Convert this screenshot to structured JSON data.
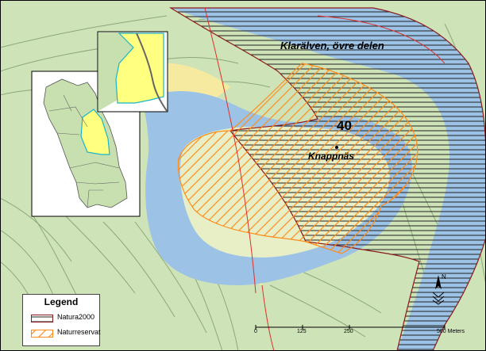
{
  "map": {
    "labels": {
      "river": "Klarälven, övre delen",
      "site_number": "40",
      "place": "Knappnäs"
    },
    "legend": {
      "title": "Legend",
      "items": [
        {
          "label": "Natura2000",
          "style": "horizontal-hatch",
          "color": "#8b1a1a"
        },
        {
          "label": "Naturreservat",
          "style": "diagonal-hatch",
          "color": "#ff8c1a"
        }
      ]
    },
    "scale_bar": {
      "ticks": [
        "0",
        "125",
        "250",
        "500 Meters"
      ]
    },
    "north_arrow": {
      "label": "N"
    },
    "colors": {
      "water": "#9cc3e6",
      "land_green": "#cfe3b8",
      "sand": "#f6eaa1",
      "contour": "#8ca87a",
      "natura2000": "#8b1a1a",
      "naturreservat": "#ff8c1a",
      "boundary_red": "#e0302b",
      "inset_highlight": "#ffff80",
      "inset_land": "#c8e0b0"
    }
  }
}
